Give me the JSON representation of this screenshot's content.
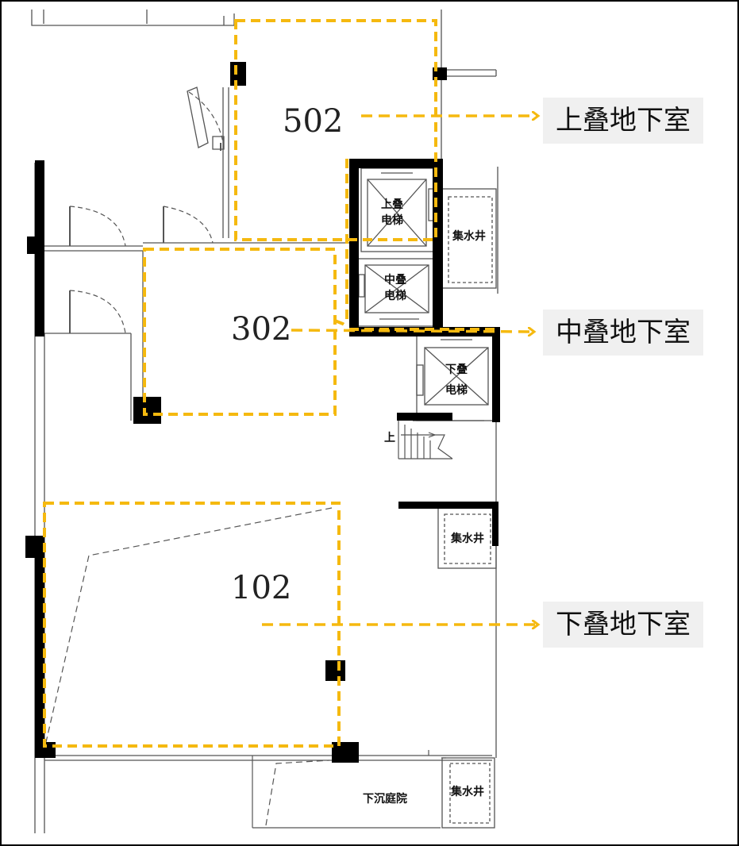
{
  "units": {
    "upper": "502",
    "middle": "302",
    "lower": "102"
  },
  "callouts": {
    "upper": "上叠地下室",
    "middle": "中叠地下室",
    "lower": "下叠地下室"
  },
  "elevators": {
    "upper": [
      "上叠",
      "电梯"
    ],
    "middle": [
      "中叠",
      "电梯"
    ],
    "lower": [
      "下叠",
      "电梯"
    ]
  },
  "sump_label": "集水井",
  "courtyard_label": "下沉庭院",
  "stair_label": "上",
  "colors": {
    "accent": "#f5b90f",
    "wall": "#000000",
    "line": "#555555",
    "callout_bg": "#f0f0f0"
  }
}
